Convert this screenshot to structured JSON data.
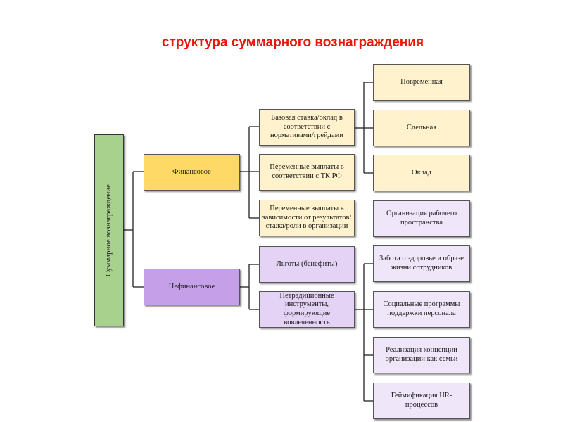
{
  "title": "структура суммарного вознаграждения",
  "colors": {
    "title": "#e8160c",
    "root": "#a9d18e",
    "financial": "#ffd966",
    "financial_sub": "#fff2cc",
    "nonfinancial": "#c5a0e8",
    "nonfinancial_sub": "#e4d3f5",
    "nonfinancial_detail": "#efe6f9",
    "line": "#222222"
  },
  "root": {
    "label": "Суммарное вознаграждение"
  },
  "categories": {
    "financial": "Финансовое",
    "nonfinancial": "Нефинансовое"
  },
  "financial_items": [
    "Базовая ставка/оклад в соответствии с нормативами/грейдами",
    "Переменные выплаты в соответствии с ТК РФ",
    "Переменные выплаты в зависимости от результатов/стажа/роли в организации"
  ],
  "nonfinancial_items": [
    "Льготы (бенефиты)",
    "Нетрадиционные инструменты, формирующие вовлеченность"
  ],
  "pay_types": [
    "Повременная",
    "Сдельная",
    "Оклад"
  ],
  "nonfinancial_details": [
    "Организация рабочего пространства",
    "Забота о здоровье и образе жизни сотрудников",
    "Социальные программы поддержки персонала",
    "Реализация концепции организации как семьи",
    "Геймификация HR-процессов"
  ]
}
